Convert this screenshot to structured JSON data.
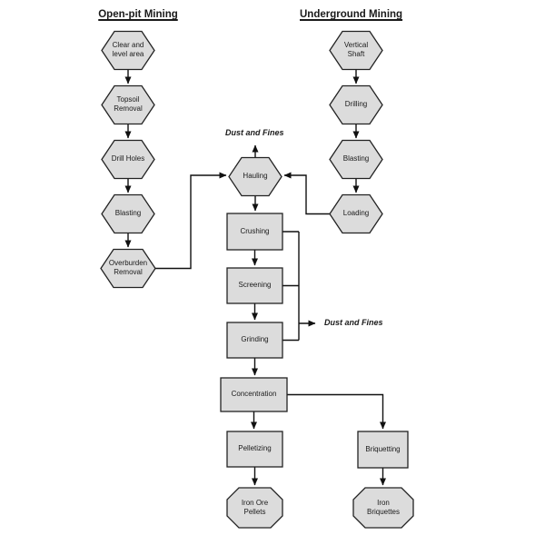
{
  "headings": {
    "open_pit": "Open-pit Mining",
    "underground": "Underground Mining"
  },
  "labels": {
    "dust_top": "Dust and Fines",
    "dust_right": "Dust and Fines"
  },
  "nodes": {
    "clear_level": "Clear and\nlevel area",
    "topsoil": "Topsoil\nRemoval",
    "drill_holes": "Drill Holes",
    "blasting_open_pit": "Blasting",
    "overburden": "Overburden\nRemoval",
    "vertical_shaft": "Vertical\nShaft",
    "drilling": "Drilling",
    "blasting_underground": "Blasting",
    "loading": "Loading",
    "hauling": "Hauling",
    "crushing": "Crushing",
    "screening": "Screening",
    "grinding": "Grinding",
    "concentration": "Concentration",
    "pelletizing": "Pelletizing",
    "iron_ore_pellets": "Iron Ore\nPellets",
    "briquetting": "Briquetting",
    "iron_briquettes": "Iron\nBriquettes"
  },
  "flow": {
    "open_pit_sequence": [
      "Clear and level area",
      "Topsoil Removal",
      "Drill Holes",
      "Blasting",
      "Overburden Removal",
      "Hauling"
    ],
    "underground_sequence": [
      "Vertical Shaft",
      "Drilling",
      "Blasting",
      "Loading",
      "Hauling"
    ],
    "main_sequence": [
      "Hauling",
      "Crushing",
      "Screening",
      "Grinding",
      "Concentration"
    ],
    "pellet_branch": [
      "Concentration",
      "Pelletizing",
      "Iron Ore Pellets"
    ],
    "briquette_branch": [
      "Concentration",
      "Briquetting",
      "Iron Briquettes"
    ],
    "emissions": {
      "from_hauling": "Dust and Fines",
      "from_crushing_screening_grinding": "Dust and Fines"
    }
  },
  "colors": {
    "shape_fill": "#dcdcdc",
    "shape_border": "#222222",
    "line": "#111111",
    "text": "#1a1a1a",
    "bg": "#ffffff"
  }
}
